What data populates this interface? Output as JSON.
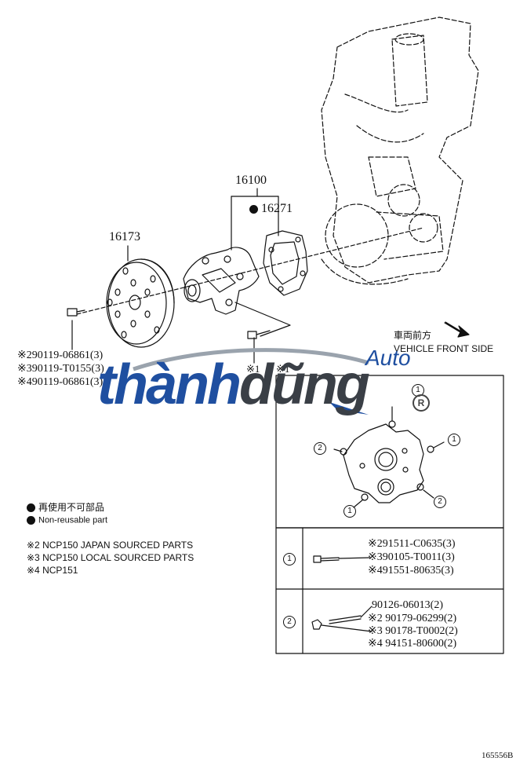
{
  "labels": {
    "assy": "16100",
    "gasket": "16271",
    "pulley": "16173",
    "ref_code": "165556B"
  },
  "pulley_bolt": {
    "lines": [
      "※290119-06861(3)",
      "※390119-T0155(3)",
      "※490119-06861(3)"
    ]
  },
  "marks": {
    "m1a": "※1",
    "m1b": "※1"
  },
  "direction": {
    "jp": "車両前方",
    "en": "VEHICLE FRONT SIDE"
  },
  "legend": {
    "jp": "再使用不可部品",
    "en": "Non-reusable part",
    "notes": [
      "※2 NCP150 JAPAN SOURCED PARTS",
      "※3 NCP150 LOCAL SOURCED PARTS",
      "※4 NCP151"
    ]
  },
  "callouts": {
    "one": "1",
    "two": "2"
  },
  "table": {
    "row1": {
      "mark": "1",
      "lines": [
        "※291511-C0635(3)",
        "※390105-T0011(3)",
        "※491551-80635(3)"
      ]
    },
    "row2": {
      "mark": "2",
      "lines": [
        "90126-06013(2)",
        "※2 90179-06299(2)",
        "※3 90178-T0002(2)",
        "※4 94151-80600(2)"
      ]
    }
  },
  "watermark": {
    "main_a": "thành",
    "main_b": "dũng",
    "auto": "Auto",
    "reg": "R"
  }
}
